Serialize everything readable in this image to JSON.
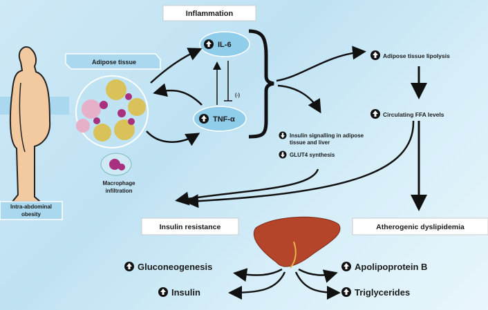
{
  "title": "Inflammation",
  "labels": {
    "adipose_tissue": "Adipose tissue",
    "macrophage_line1": "Macrophage",
    "macrophage_line2": "infiltration",
    "obesity_line1": "Intra-abdominal",
    "obesity_line2": "obesity",
    "il6": "IL-6",
    "tnf": "TNF-α",
    "inhibition": "(-)",
    "lipolysis": "Adipose tissue lipolysis",
    "ffa": "Circulating FFA levels",
    "insulin_signalling_line1": "Insulin signalling in adipose",
    "insulin_signalling_line2": "tissue and liver",
    "glut4": "GLUT4 synthesis",
    "insulin_resistance": "Insulin resistance",
    "dyslipidemia": "Atherogenic dyslipidemia",
    "gluconeogenesis": "Gluconeogenesis",
    "insulin": "Insulin",
    "apolipoprotein": "Apolipoprotein B",
    "triglycerides": "Triglycerides"
  },
  "colors": {
    "ellipse": "#8fcdeb",
    "box": "#ffffff",
    "arrow": "#111111",
    "skin": "#f3c9a0",
    "liver": "#b5452a"
  }
}
